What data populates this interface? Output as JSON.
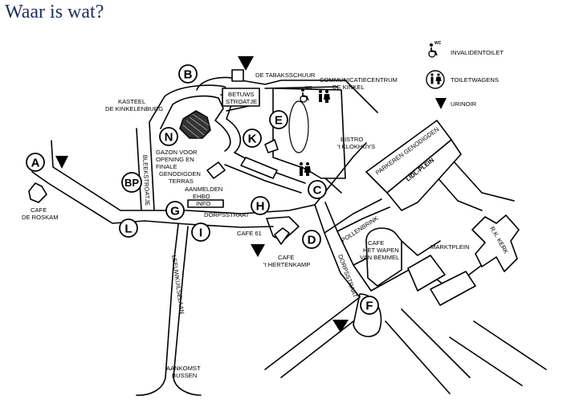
{
  "title": "Waar is wat?",
  "markers": [
    {
      "key": "A",
      "label": "A"
    },
    {
      "key": "B",
      "label": "B"
    },
    {
      "key": "BP",
      "label": "BP"
    },
    {
      "key": "C",
      "label": "C"
    },
    {
      "key": "D",
      "label": "D"
    },
    {
      "key": "E",
      "label": "E"
    },
    {
      "key": "F",
      "label": "F"
    },
    {
      "key": "G",
      "label": "G"
    },
    {
      "key": "H",
      "label": "H"
    },
    {
      "key": "I",
      "label": "I"
    },
    {
      "key": "K",
      "label": "K"
    },
    {
      "key": "L",
      "label": "L"
    },
    {
      "key": "N",
      "label": "N"
    }
  ],
  "labels": {
    "tabaksschuur": "DE TABAKSSCHUUR",
    "betuws1": "BETUWS",
    "betuws2": "STROATJE",
    "kasteel1": "KASTEEL",
    "kasteel2": "DE KINKELENBURG",
    "comm1": "COMMUNICATIECENTRUM",
    "comm2": "DE KINKEL",
    "gazon1": "GAZON VOOR",
    "gazon2": "OPENING EN",
    "gazon3": "FINALE",
    "terras1": "GENODIGDEN",
    "terras2": "TERRAS",
    "aanmelden1": "AANMELDEN",
    "aanmelden2": "EHBO",
    "info": "INFO",
    "bistro1": "BISTRO",
    "bistro2": "'t KLOKHUYS",
    "cafe_roskam1": "CAFE",
    "cafe_roskam2": "DE ROSKAM",
    "cafe61": "CAFE 61",
    "hertenkamp1": "CAFE",
    "hertenkamp2": "'t HERTENKAMP",
    "wapen1": "CAFE",
    "wapen2": "HET WAPEN",
    "wapen3": "VAN BEMMEL",
    "marktplein": "MARKTPLEIN",
    "rk_kerk": "R.K. KERK",
    "aankomst1": "AANKOMST",
    "aankomst2": "BUSSEN",
    "parkeren": "PARKEREN GENODIGDEN",
    "lidl": "LIDL-PLEIN",
    "bleekstroatje": "BLEEKSTROATJE",
    "dorpsstraat1": "DORPSSTRAAT",
    "dorpsstraat2": "DORPSSTRAAT",
    "pollenbrink": "POLLENBRINK",
    "leeuwkuilselaan": "LEEUWKUILSELAAN"
  },
  "legend": [
    {
      "key": "invalidentoilet",
      "label": "INVALIDENTOILET",
      "icon": "wheelchair-wc-icon"
    },
    {
      "key": "toiletwagens",
      "label": "TOILETWAGENS",
      "icon": "toilet-icon"
    },
    {
      "key": "urinoir",
      "label": "URINOIR",
      "icon": "triangle-icon"
    }
  ],
  "icon_text": {
    "wc": "WC"
  }
}
